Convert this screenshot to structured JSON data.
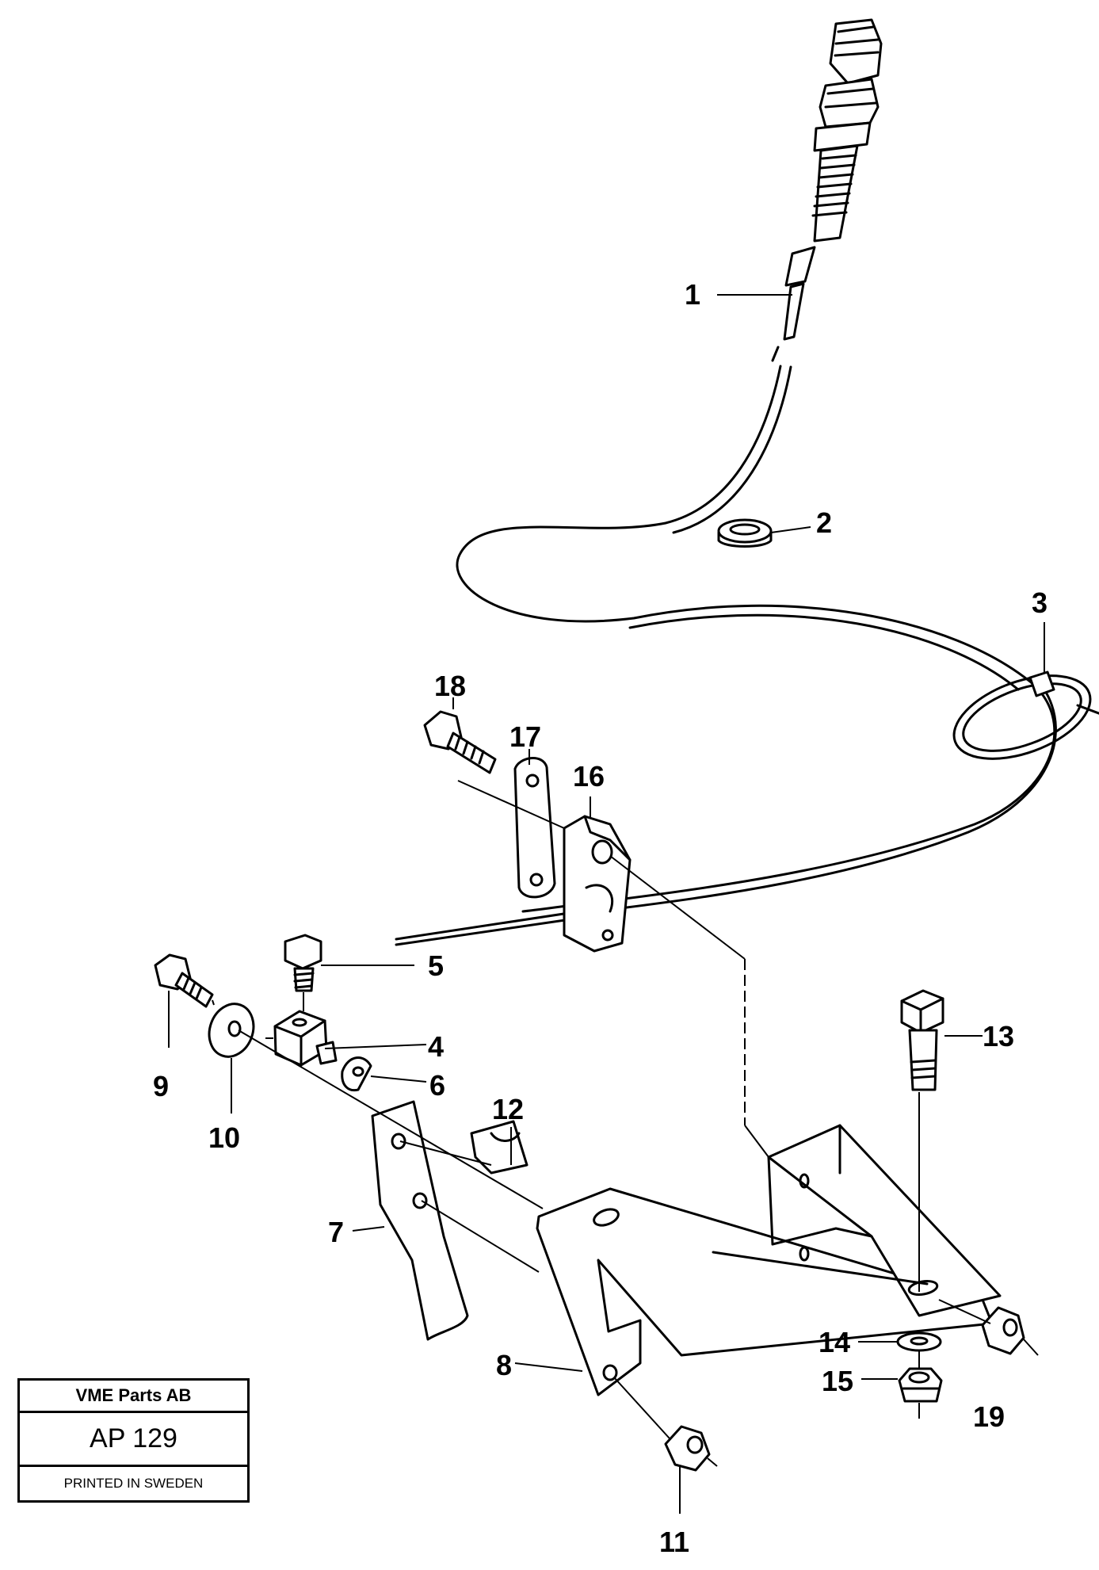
{
  "title_block": {
    "company": "VME Parts AB",
    "code": "AP 129",
    "printed": "PRINTED IN SWEDEN"
  },
  "callouts": [
    "1",
    "2",
    "3",
    "4",
    "5",
    "6",
    "7",
    "8",
    "9",
    "10",
    "11",
    "12",
    "13",
    "14",
    "15",
    "16",
    "17",
    "18",
    "19"
  ]
}
